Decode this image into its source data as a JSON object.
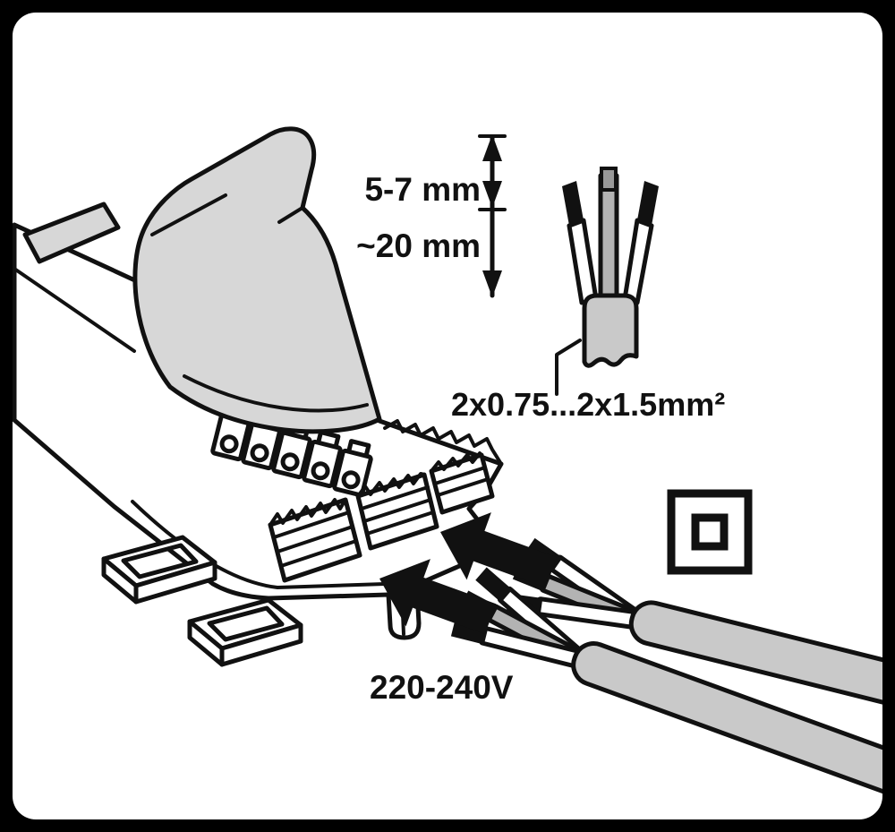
{
  "scene": {
    "type": "installation-diagram",
    "labels": {
      "strip_length": "5-7 mm",
      "sheath_length": "~20 mm",
      "conductor_size": "2x0.75...2x1.5mm²",
      "voltage": "220-240V"
    },
    "icons": {
      "double_insulation": "class-ii-double-insulation-symbol"
    },
    "colors": {
      "frame": "#000000",
      "paper": "#ffffff",
      "ink": "#111111",
      "lid": "#d7d7d7",
      "cable": "#c9c9c9",
      "wire_core": "#b3b3b3",
      "wire_tip": "#999999"
    }
  }
}
